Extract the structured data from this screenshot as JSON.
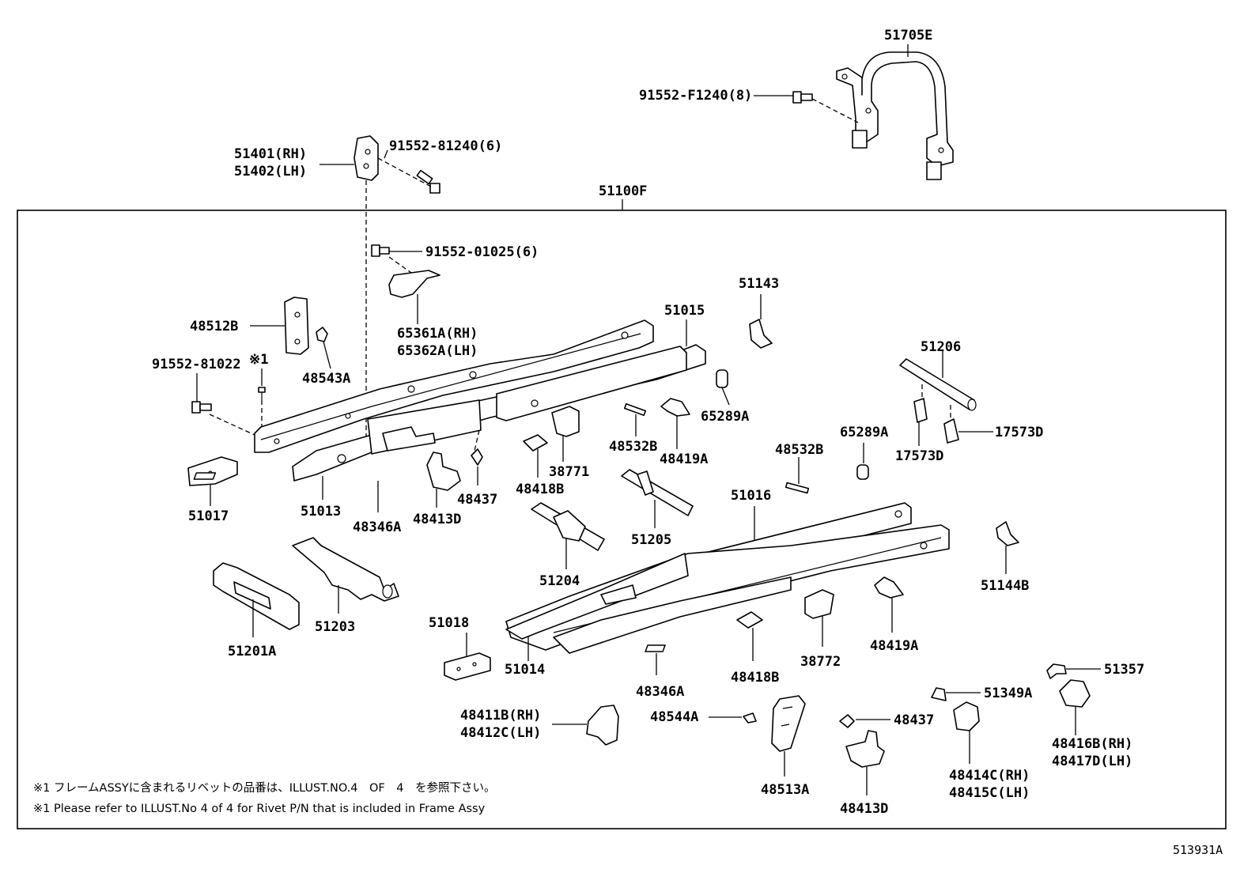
{
  "frame_label": "51100F",
  "illustration_id": "513931A",
  "notes": {
    "jp": "※1 フレームASSYに含まれるリベットの品番は、ILLUST.NO.4　OF　4　を参照下さい。",
    "en": "※1 Please refer to ILLUST.No 4 of 4 for Rivet P/N that is included in Frame Assy"
  },
  "parts": {
    "p51705E": "51705E",
    "p91552F1240": "91552-F1240(8)",
    "p51401": "51401(RH)",
    "p51402": "51402(LH)",
    "p9155281240": "91552-81240(6)",
    "p9155201025": "91552-01025(6)",
    "p65361A": "65361A(RH)",
    "p65362A": "65362A(LH)",
    "p48512B": "48512B",
    "p48543A": "48543A",
    "p9155281022": "91552-81022",
    "rivet_mark": "※1",
    "p51015": "51015",
    "p51143": "51143",
    "p51206": "51206",
    "p65289A_a": "65289A",
    "p65289A_b": "65289A",
    "p48532B_a": "48532B",
    "p48532B_b": "48532B",
    "p48419A_a": "48419A",
    "p48419A_b": "48419A",
    "p38771": "38771",
    "p48418B_a": "48418B",
    "p48418B_b": "48418B",
    "p17573D_a": "17573D",
    "p17573D_b": "17573D",
    "p51017": "51017",
    "p51013": "51013",
    "p48346A_a": "48346A",
    "p48346A_b": "48346A",
    "p48413D_a": "48413D",
    "p48413D_b": "48413D",
    "p48437_a": "48437",
    "p48437_b": "48437",
    "p51016": "51016",
    "p51205": "51205",
    "p51204": "51204",
    "p51144B": "51144B",
    "p51203": "51203",
    "p51201A": "51201A",
    "p51018": "51018",
    "p51014": "51014",
    "p38772": "38772",
    "p51357": "51357",
    "p51349A": "51349A",
    "p48411B": "48411B(RH)",
    "p48412C": "48412C(LH)",
    "p48544A": "48544A",
    "p48513A": "48513A",
    "p48414C": "48414C(RH)",
    "p48415C": "48415C(LH)",
    "p48416B": "48416B(RH)",
    "p48417D": "48417D(LH)"
  }
}
